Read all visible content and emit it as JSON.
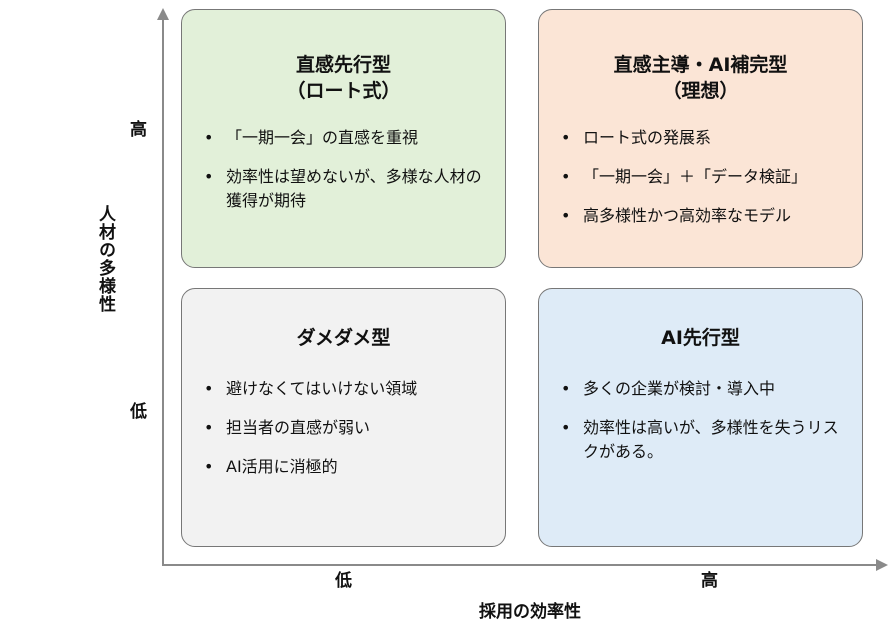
{
  "colors": {
    "top_left_fill": "#e2f0d9",
    "top_right_fill": "#fbe5d6",
    "bottom_left_fill": "#f2f2f2",
    "bottom_right_fill": "#deebf7",
    "axis": "#8a8a8a",
    "border": "#777777"
  },
  "axes": {
    "y_title": "人材の多様性",
    "y_high": "高",
    "y_low": "低",
    "x_title": "採用の効率性",
    "x_low": "低",
    "x_high": "高"
  },
  "quadrants": {
    "top_left": {
      "title_line1": "直感先行型",
      "title_line2": "（ロート式）",
      "items": [
        "「一期一会」の直感を重視",
        "効率性は望めないが、多様な人材の獲得が期待"
      ]
    },
    "top_right": {
      "title_line1": "直感主導・AI補完型",
      "title_line2": "（理想）",
      "items": [
        "ロート式の発展系",
        "「一期一会」＋「データ検証」",
        "高多様性かつ高効率なモデル"
      ]
    },
    "bottom_left": {
      "title_line1": "ダメダメ型",
      "items": [
        "避けなくてはいけない領域",
        "担当者の直感が弱い",
        "AI活用に消極的"
      ]
    },
    "bottom_right": {
      "title_line1": "AI先行型",
      "items": [
        "多くの企業が検討・導入中",
        "効率性は高いが、多様性を失うリスクがある。"
      ]
    }
  }
}
